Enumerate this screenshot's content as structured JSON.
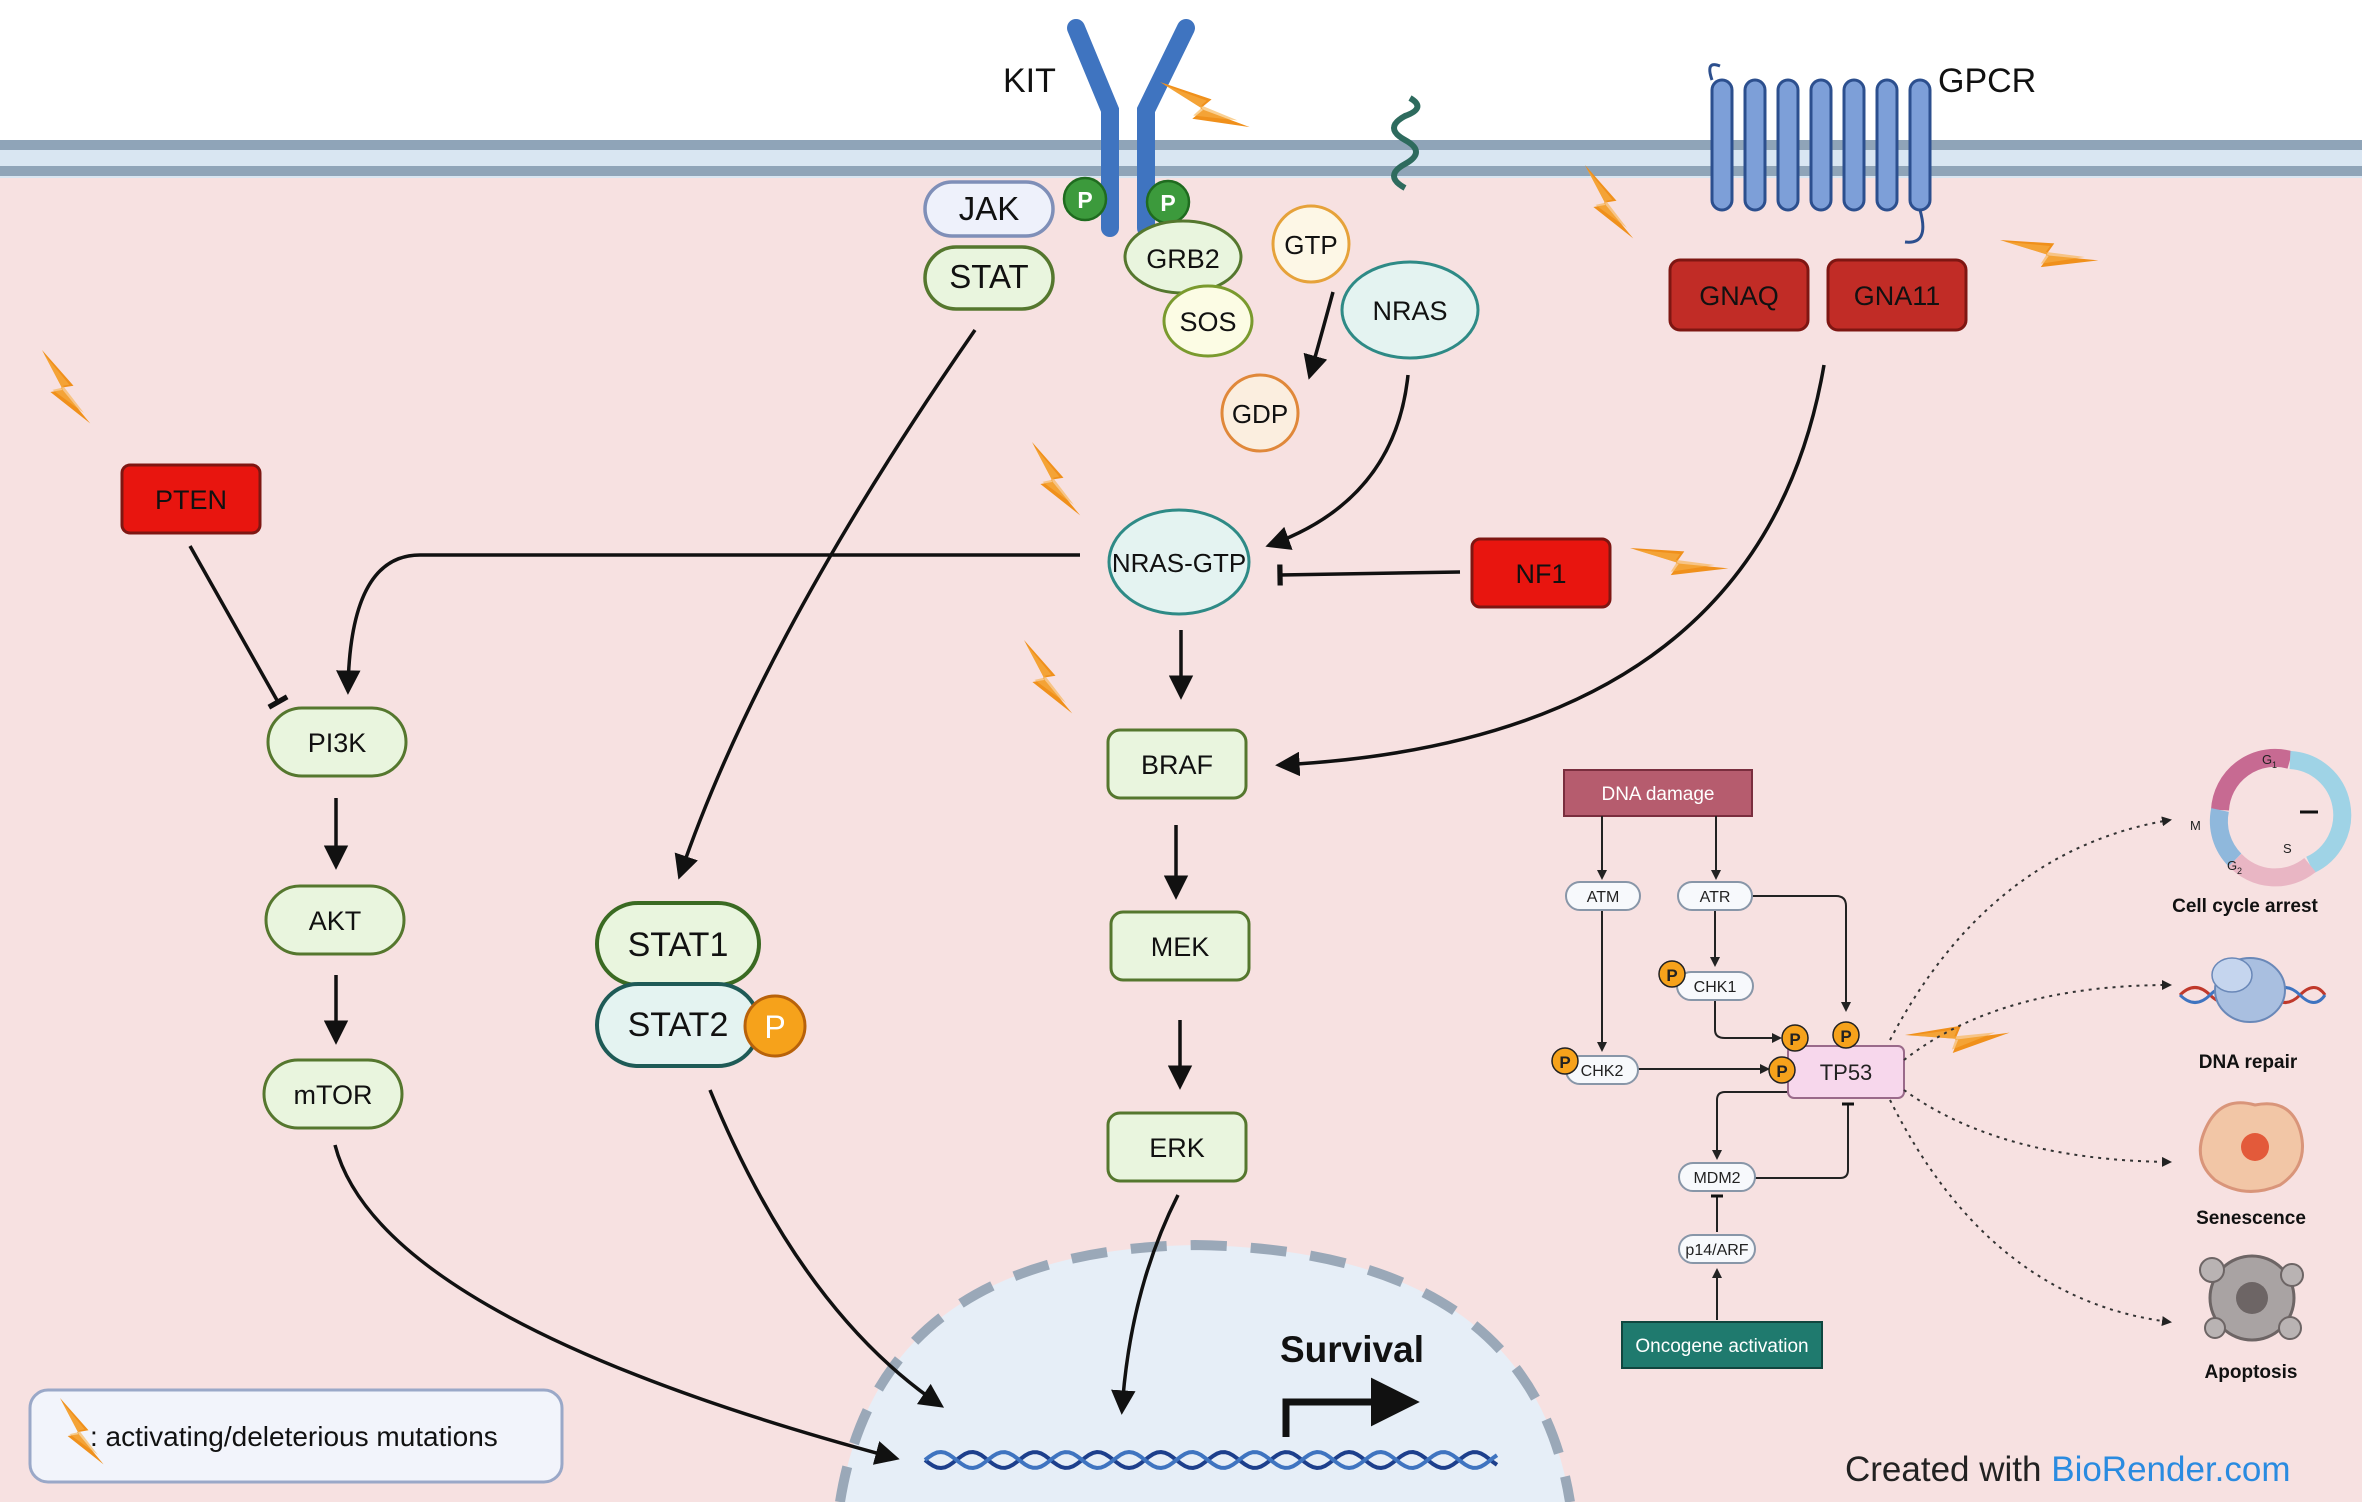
{
  "receptors": {
    "kit": "KIT",
    "gpcr": "GPCR"
  },
  "phospho": "P",
  "nodes": {
    "jak": "JAK",
    "stat": "STAT",
    "grb2": "GRB2",
    "sos": "SOS",
    "gtp": "GTP",
    "gdp": "GDP",
    "nras": "NRAS",
    "gnaq": "GNAQ",
    "gna11": "GNA11",
    "pten": "PTEN",
    "nras_gtp": "NRAS-GTP",
    "nf1": "NF1",
    "pi3k": "PI3K",
    "akt": "AKT",
    "mtor": "mTOR",
    "braf": "BRAF",
    "mek": "MEK",
    "erk": "ERK",
    "stat1": "STAT1",
    "stat2": "STAT2"
  },
  "p53_pathway": {
    "dna_damage": "DNA damage",
    "atm": "ATM",
    "atr": "ATR",
    "chk1": "CHK1",
    "chk2": "CHK2",
    "tp53": "TP53",
    "mdm2": "MDM2",
    "p14arf": "p14/ARF",
    "oncogene_activation": "Oncogene activation"
  },
  "outcomes": {
    "cell_cycle_arrest": "Cell cycle arrest",
    "dna_repair": "DNA repair",
    "senescence": "Senescence",
    "apoptosis": "Apoptosis"
  },
  "cell_cycle_phases": {
    "g1": "G",
    "g1_sub": "1",
    "s": "S",
    "g2": "G",
    "g2_sub": "2",
    "m": "M"
  },
  "survival": "Survival",
  "legend": ": activating/deleterious mutations",
  "credit": {
    "prefix": "Created with ",
    "brand": "BioRender.com"
  },
  "colors": {
    "cytoplasm": "#f7e1e1",
    "nucleus": "#e6eef7",
    "green_fill": "#e9f5de",
    "green_stroke": "#55772e",
    "teal_fill": "#e4f3f1",
    "teal_stroke": "#2e8a86",
    "red_box": "#e8150f",
    "dark_red_box": "#c12c26",
    "bolt": "#f0901b",
    "phospho_green": "#3c9a3c",
    "phospho_orange": "#f6a21b",
    "receptor_blue": "#3f74c0",
    "brand_blue": "#2a8be0"
  }
}
